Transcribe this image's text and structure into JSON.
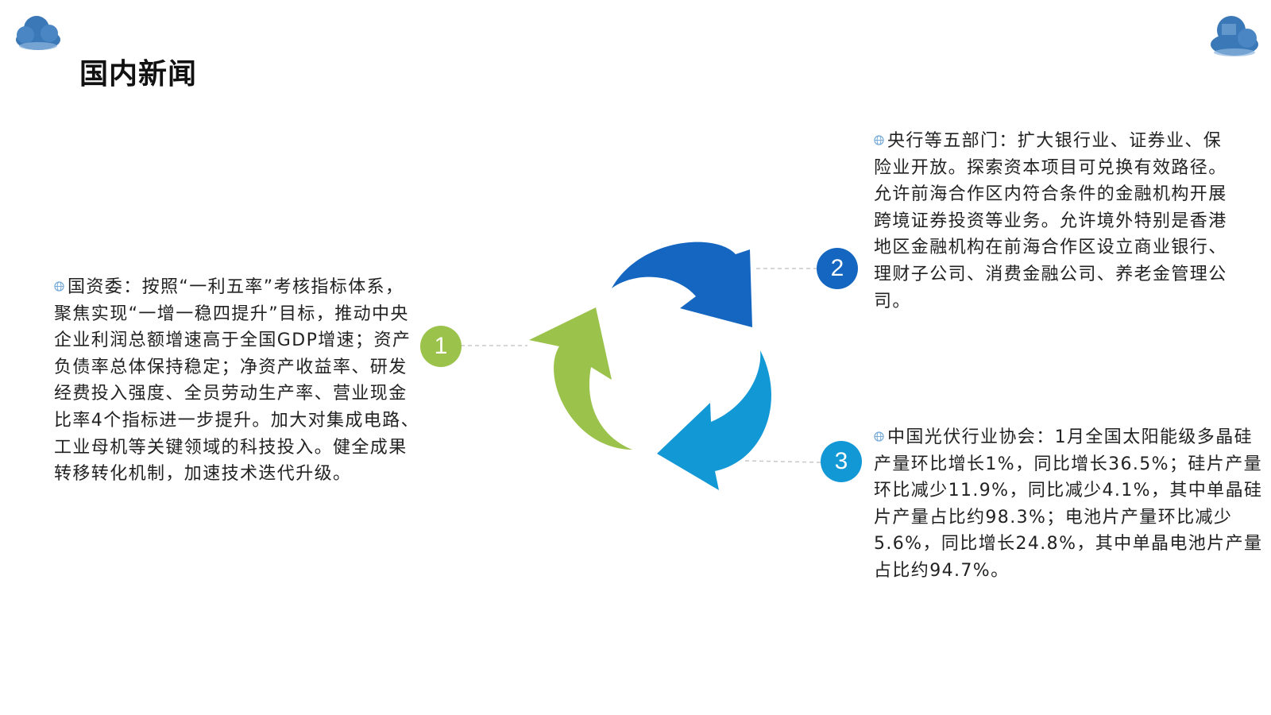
{
  "page": {
    "title": "国内新闻"
  },
  "colors": {
    "green": "#9bc24b",
    "dark_blue": "#1566c0",
    "light_blue": "#1398d6",
    "connector": "#c8c8c8"
  },
  "icons": {
    "corner_decoration": "cloud-icon",
    "bullet": "globe-bullet-icon",
    "cycle": "cycle-arrows-icon"
  },
  "items": [
    {
      "number": "1",
      "text": "国资委：按照“一利五率”考核指标体系，聚焦实现“一增一稳四提升”目标，推动中央企业利润总额增速高于全国GDP增速；资产负债率总体保持稳定；净资产收益率、研发经费投入强度、全员劳动生产率、营业现金比率4个指标进一步提升。加大对集成电路、工业母机等关键领域的科技投入。健全成果转移转化机制，加速技术迭代升级。"
    },
    {
      "number": "2",
      "text": "央行等五部门：扩大银行业、证券业、保险业开放。探索资本项目可兑换有效路径。允许前海合作区内符合条件的金融机构开展跨境证券投资等业务。允许境外特别是香港地区金融机构在前海合作区设立商业银行、理财子公司、消费金融公司、养老金管理公司。"
    },
    {
      "number": "3",
      "text": "中国光伏行业协会：1月全国太阳能级多晶硅产量环比增长1%，同比增长36.5%；硅片产量环比减少11.9%，同比减少4.1%，其中单晶硅片产量占比约98.3%；电池片产量环比减少5.6%，同比增长24.8%，其中单晶电池片产量占比约94.7%。"
    }
  ]
}
